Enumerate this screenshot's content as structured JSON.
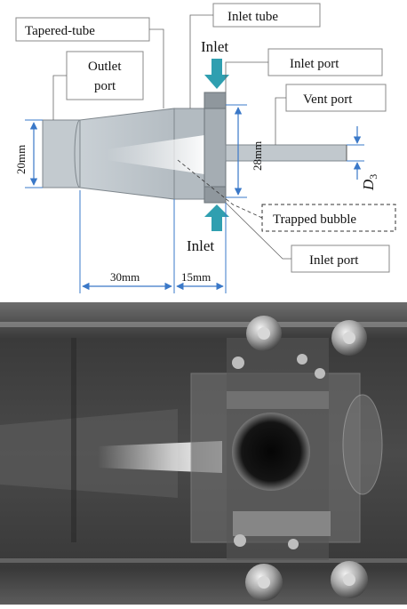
{
  "labels": {
    "tapered_tube": "Tapered-tube",
    "inlet_tube": "Inlet tube",
    "outlet_port_line1": "Outlet",
    "outlet_port_line2": "port",
    "inlet_port_top": "Inlet port",
    "vent_port": "Vent port",
    "trapped_bubble": "Trapped bubble",
    "inlet_port_bottom": "Inlet port",
    "inlet_top": "Inlet",
    "inlet_bottom": "Inlet"
  },
  "dimensions": {
    "d20": "20mm",
    "d28": "28mm",
    "d30": "30mm",
    "d15": "15mm",
    "d3_symbol": "D",
    "d3_sub": "3"
  },
  "colors": {
    "arrow_teal": "#2f9fb0",
    "dimension_blue": "#3a78c8",
    "tube_gray": "#b9c0c6"
  }
}
